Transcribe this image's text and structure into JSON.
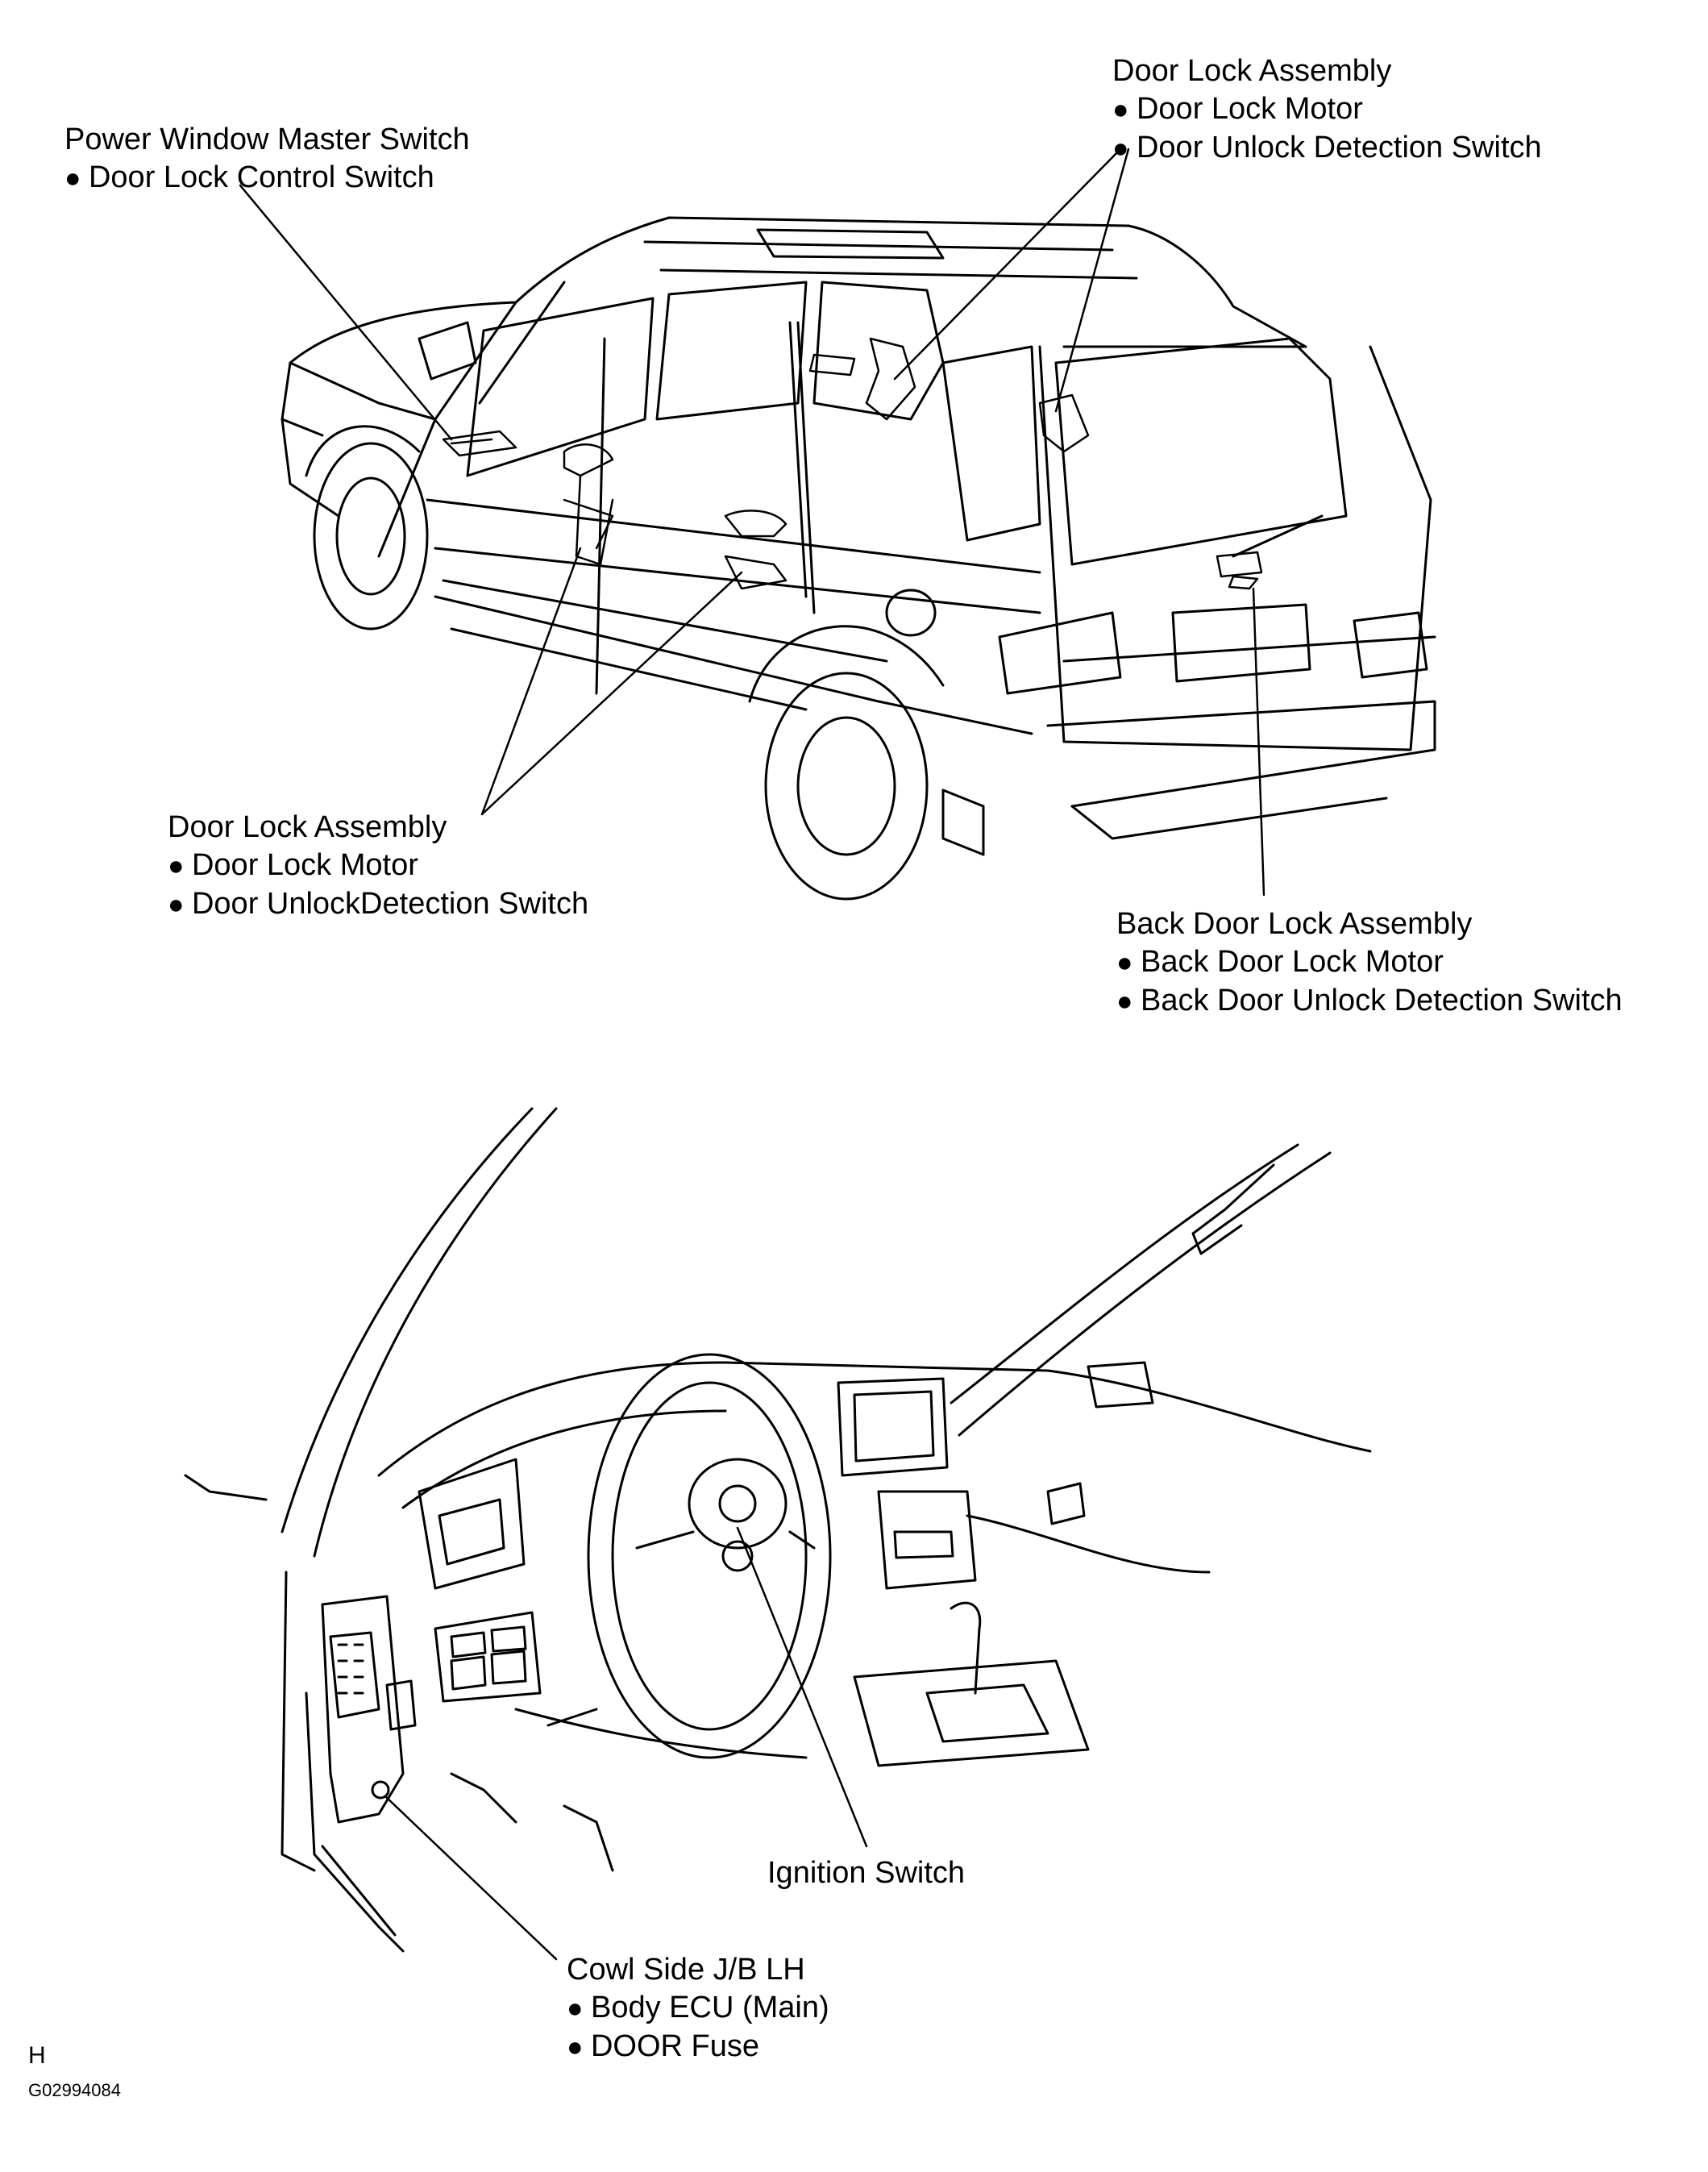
{
  "callouts": {
    "pw_master": {
      "title": "Power Window Master Switch",
      "items": [
        "Door Lock Control Switch"
      ]
    },
    "door_lock_rear": {
      "title": "Door Lock Assembly",
      "items": [
        "Door Lock Motor",
        "Door Unlock Detection Switch"
      ]
    },
    "door_lock_front": {
      "title": "Door Lock Assembly",
      "items": [
        "Door Lock Motor",
        "Door UnlockDetection Switch"
      ]
    },
    "back_door": {
      "title": "Back Door Lock Assembly",
      "items": [
        "Back Door Lock Motor",
        "Back Door Unlock Detection Switch"
      ]
    },
    "ignition": {
      "title": "Ignition Switch"
    },
    "cowl_jb": {
      "title": "Cowl Side J/B LH",
      "items": [
        "Body ECU (Main)",
        "DOOR Fuse"
      ]
    }
  },
  "footer": {
    "letter": "H",
    "figure_code": "G02994084"
  }
}
